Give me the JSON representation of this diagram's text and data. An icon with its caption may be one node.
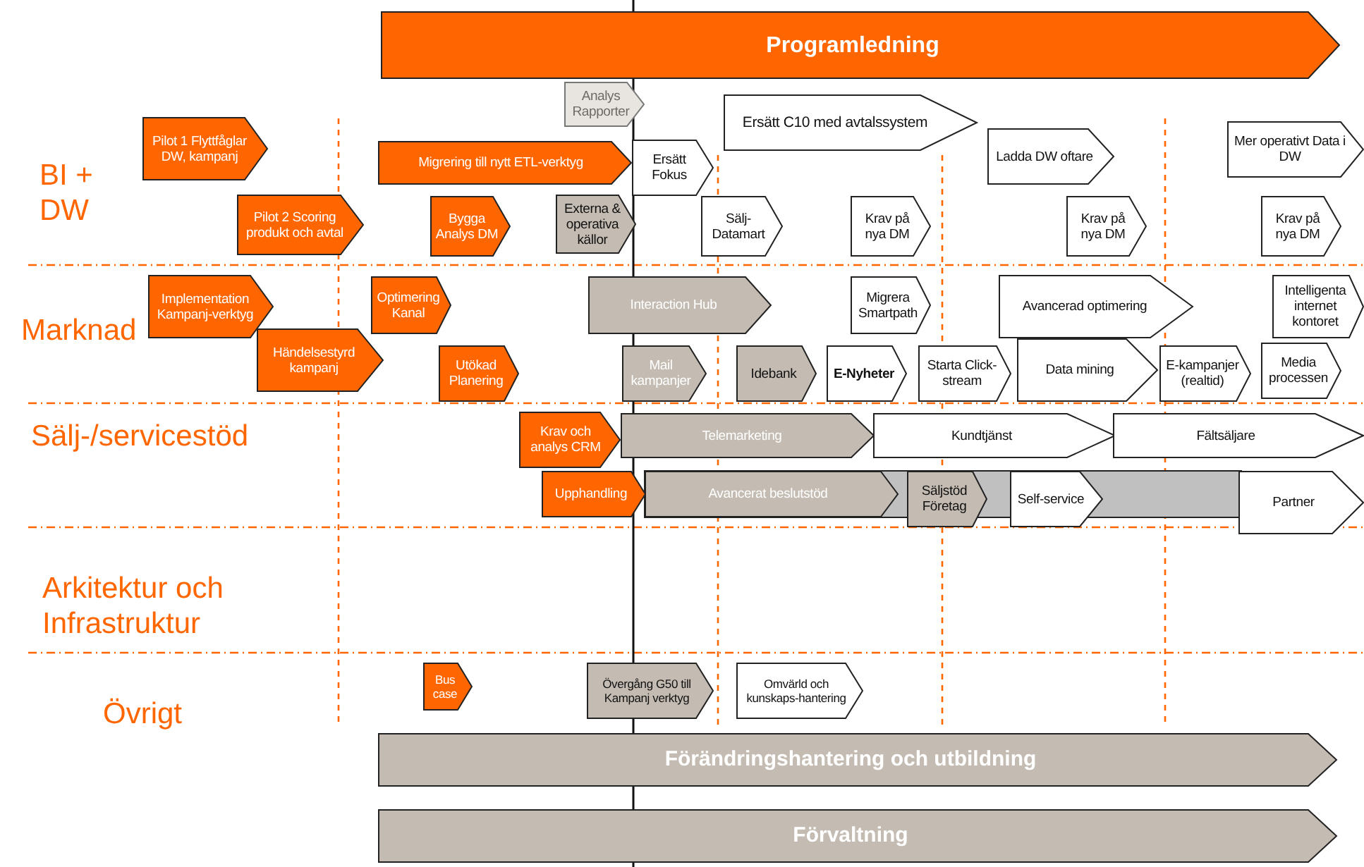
{
  "diagram": {
    "nodes": [
      {
        "text": [
          "Programledning"
        ]
      },
      {
        "text": [
          "Analys Rapporter"
        ]
      },
      {
        "text": [
          "Pilot 1 Flyttfåglar DW, kampanj"
        ]
      },
      {
        "text": [
          "Ersätt C10 med avtalssystem"
        ]
      },
      {
        "text": [
          "Migrering till nytt ETL-verktyg"
        ]
      },
      {
        "text": [
          "Ersätt Fokus"
        ]
      },
      {
        "text": [
          "Ladda DW oftare"
        ]
      },
      {
        "text": [
          "Mer operativt Data i DW"
        ]
      },
      {
        "text": [
          "Pilot 2 Scoring produkt och avtal"
        ]
      },
      {
        "text": [
          "Bygga Analys DM"
        ]
      },
      {
        "text": [
          "Externa & operativa källor"
        ]
      },
      {
        "text": [
          "Sälj-Datamart"
        ]
      },
      {
        "text": [
          "Krav på nya DM"
        ]
      },
      {
        "text": [
          "Krav på nya DM"
        ]
      },
      {
        "text": [
          "Krav på nya DM"
        ]
      },
      {
        "text": [
          "Implementation Kampanj-verktyg"
        ]
      },
      {
        "text": [
          "Optimering Kanal"
        ]
      },
      {
        "text": [
          "Interaction Hub"
        ]
      },
      {
        "text": [
          "Migrera Smartpath"
        ]
      },
      {
        "text": [
          "Avancerad optimering"
        ]
      },
      {
        "text": [
          "Intelligenta internet kontoret"
        ]
      },
      {
        "text": [
          "Händelsestyrd kampanj"
        ]
      },
      {
        "text": [
          "Utökad Planering"
        ]
      },
      {
        "text": [
          "Mail kampanjer"
        ]
      },
      {
        "text": [
          "Idebank"
        ]
      },
      {
        "text": [
          "E-Nyheter"
        ]
      },
      {
        "text": [
          "Starta Click-stream"
        ]
      },
      {
        "text": [
          "Data mining"
        ]
      },
      {
        "text": [
          "E-kampanjer (realtid)"
        ]
      },
      {
        "text": [
          "Media processen"
        ]
      },
      {
        "text": [
          "Krav och analys CRM"
        ]
      },
      {
        "text": [
          "Telemarketing"
        ]
      },
      {
        "text": [
          "Kundtjänst"
        ]
      },
      {
        "text": [
          "Fältsäljare"
        ]
      },
      {
        "text": [
          "Upphandling"
        ]
      },
      {
        "text": [
          "Avancerat beslutstöd"
        ]
      },
      {
        "text": [
          "Säljstöd Företag"
        ]
      },
      {
        "text": [
          "Self-service"
        ]
      },
      {
        "text": [
          "Partner"
        ]
      },
      {
        "text": [
          "Bus case"
        ]
      },
      {
        "text": [
          "Övergång G50 till Kampanj verktyg"
        ]
      },
      {
        "text": [
          "Omvärld och kunskaps-hantering"
        ]
      },
      {
        "text": [
          "Förändringshantering och utbildning"
        ]
      },
      {
        "text": [
          "Förvaltning"
        ]
      }
    ],
    "labels": [
      "BI + DW",
      "Marknad",
      "Sälj-/servicestöd",
      "Arkitektur och Infrastruktur",
      "Övrigt"
    ]
  }
}
